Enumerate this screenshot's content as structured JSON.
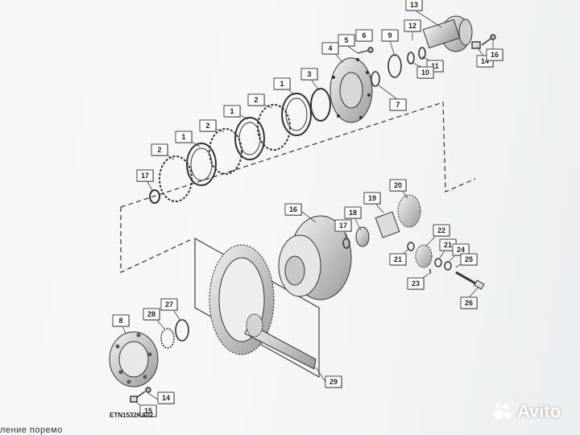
{
  "diagram": {
    "code": "ETN1532KA02",
    "parts": [
      {
        "id": "13",
        "label": "13"
      },
      {
        "id": "12",
        "label": "12"
      },
      {
        "id": "9",
        "label": "9"
      },
      {
        "id": "5",
        "label": "5"
      },
      {
        "id": "6",
        "label": "6"
      },
      {
        "id": "4",
        "label": "4"
      },
      {
        "id": "11",
        "label": "11"
      },
      {
        "id": "10",
        "label": "10"
      },
      {
        "id": "14a",
        "label": "14"
      },
      {
        "id": "16a",
        "label": "16"
      },
      {
        "id": "3",
        "label": "3"
      },
      {
        "id": "1a",
        "label": "1"
      },
      {
        "id": "7",
        "label": "7"
      },
      {
        "id": "2a",
        "label": "2"
      },
      {
        "id": "1b",
        "label": "1"
      },
      {
        "id": "2b",
        "label": "2"
      },
      {
        "id": "1c",
        "label": "1"
      },
      {
        "id": "2c",
        "label": "2"
      },
      {
        "id": "17a",
        "label": "17"
      },
      {
        "id": "20",
        "label": "20"
      },
      {
        "id": "19",
        "label": "19"
      },
      {
        "id": "16b",
        "label": "16"
      },
      {
        "id": "18",
        "label": "18"
      },
      {
        "id": "17b",
        "label": "17"
      },
      {
        "id": "22",
        "label": "22"
      },
      {
        "id": "21a",
        "label": "21"
      },
      {
        "id": "21b",
        "label": "21"
      },
      {
        "id": "24",
        "label": "24"
      },
      {
        "id": "25",
        "label": "25"
      },
      {
        "id": "23",
        "label": "23"
      },
      {
        "id": "26",
        "label": "26"
      },
      {
        "id": "8",
        "label": "8"
      },
      {
        "id": "28",
        "label": "28"
      },
      {
        "id": "27",
        "label": "27"
      },
      {
        "id": "29",
        "label": "29"
      },
      {
        "id": "14b",
        "label": "14"
      },
      {
        "id": "15",
        "label": "15"
      }
    ]
  },
  "caption": "ление поремо",
  "watermark": {
    "brand": "Avito"
  },
  "colors": {
    "label_box": "#ffffff",
    "label_shade": "#bdbdbd",
    "line": "#333333"
  }
}
